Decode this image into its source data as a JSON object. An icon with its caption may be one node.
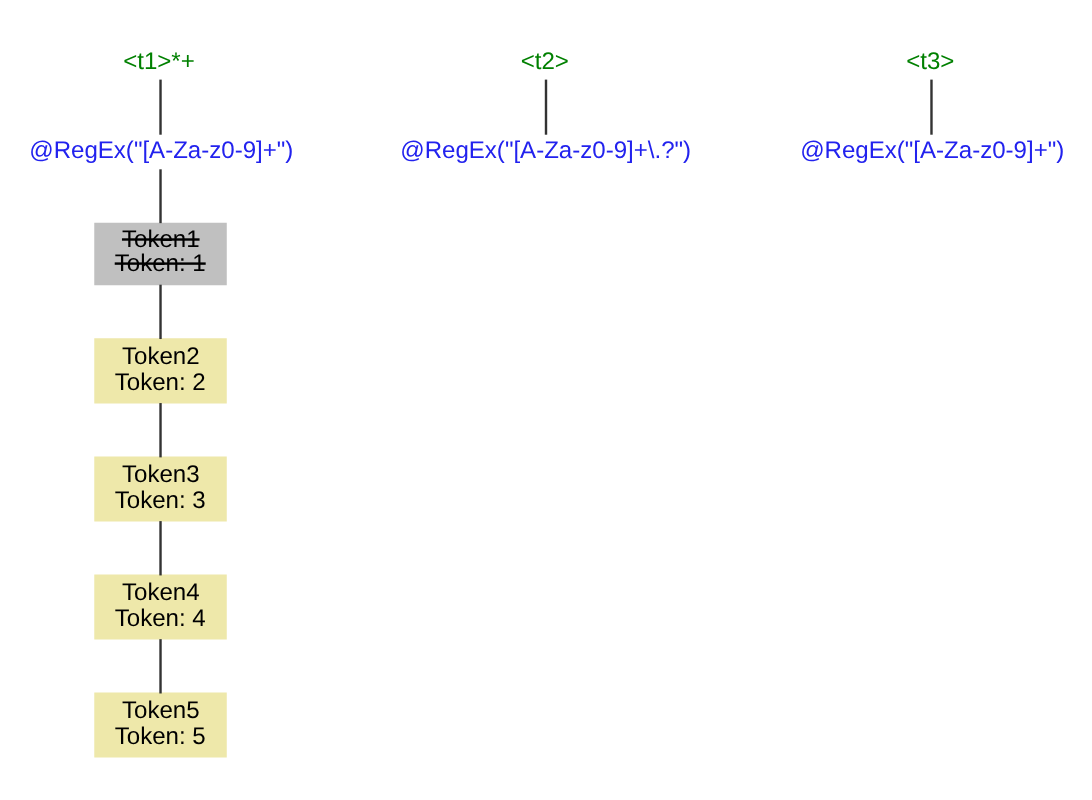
{
  "diagram": {
    "nodes": [
      {
        "text": [
          "<t1>*+"
        ]
      },
      {
        "text": [
          "<t2>"
        ]
      },
      {
        "text": [
          "<t3>"
        ]
      },
      {
        "text": [
          "@RegEx(\"[A-Za-z0-9]+\")"
        ]
      },
      {
        "text": [
          "@RegEx(\"[A-Za-z0-9]+\\.?\")"
        ]
      },
      {
        "text": [
          "@RegEx(\"[A-Za-z0-9]+\")"
        ]
      },
      {
        "text": [
          "Token1",
          "Token: 1"
        ]
      },
      {
        "text": [
          "Token2",
          "Token: 2"
        ]
      },
      {
        "text": [
          "Token3",
          "Token: 3"
        ]
      },
      {
        "text": [
          "Token4",
          "Token: 4"
        ]
      },
      {
        "text": [
          "Token5",
          "Token: 5"
        ]
      }
    ],
    "edges": [
      {
        "from": 0,
        "to": 3,
        "arrow": "none"
      },
      {
        "from": 1,
        "to": 4,
        "arrow": "none"
      },
      {
        "from": 2,
        "to": 5,
        "arrow": "none"
      },
      {
        "from": 3,
        "to": 6,
        "arrow": "none"
      },
      {
        "from": 6,
        "to": 7,
        "arrow": "none"
      },
      {
        "from": 7,
        "to": 8,
        "arrow": "none"
      },
      {
        "from": 8,
        "to": 9,
        "arrow": "none"
      },
      {
        "from": 9,
        "to": 10,
        "arrow": "none"
      }
    ]
  }
}
